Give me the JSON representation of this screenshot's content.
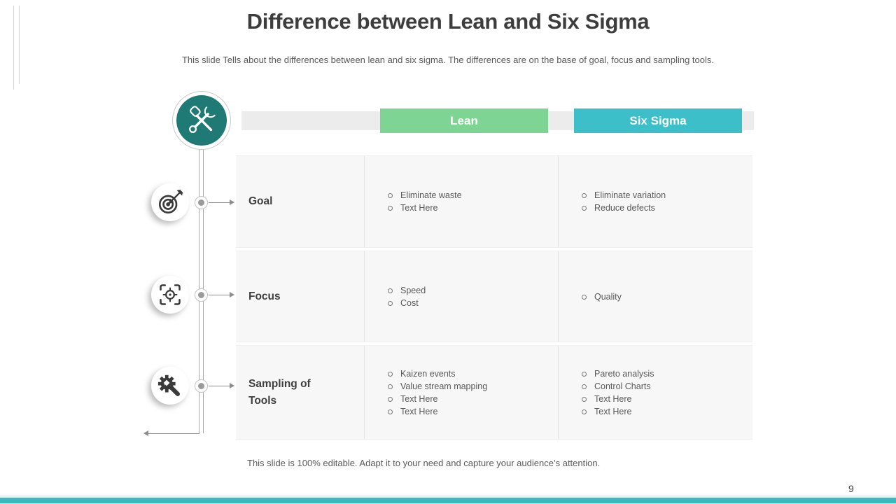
{
  "slide": {
    "title": "Difference between Lean and Six Sigma",
    "subtitle": "This slide Tells about the differences between lean and six sigma. The differences are on the base of goal, focus and sampling tools.",
    "footer": "This slide is 100% editable. Adapt it to your need and capture your audience’s attention.",
    "page_number": "9"
  },
  "table": {
    "columns": [
      {
        "label": "Lean",
        "color": "#7ed492"
      },
      {
        "label": "Six Sigma",
        "color": "#3cbfc8"
      }
    ],
    "rows": [
      {
        "label": "Goal",
        "lean": [
          "Eliminate waste",
          "Text Here"
        ],
        "six_sigma": [
          "Eliminate variation",
          "Reduce defects"
        ]
      },
      {
        "label": "Focus",
        "lean": [
          "Speed",
          "Cost"
        ],
        "six_sigma": [
          "Quality"
        ]
      },
      {
        "label": "Sampling of Tools",
        "lean": [
          "Kaizen events",
          "Value stream mapping",
          "Text Here",
          "Text Here"
        ],
        "six_sigma": [
          "Pareto analysis",
          "Control Charts",
          "Text Here",
          "Text Here"
        ]
      }
    ]
  },
  "icons": {
    "badge": "tools-icon",
    "row_goal": "target-dart-icon",
    "row_focus": "focus-crosshair-icon",
    "row_sampling": "gear-wrench-icon"
  },
  "colors": {
    "lean_header": "#7ed492",
    "six_sigma_header": "#3cbfc8",
    "badge_circle": "#1f7a75",
    "bottom_bar": "#3ab9c1",
    "row_background": "#f7f7f7"
  }
}
